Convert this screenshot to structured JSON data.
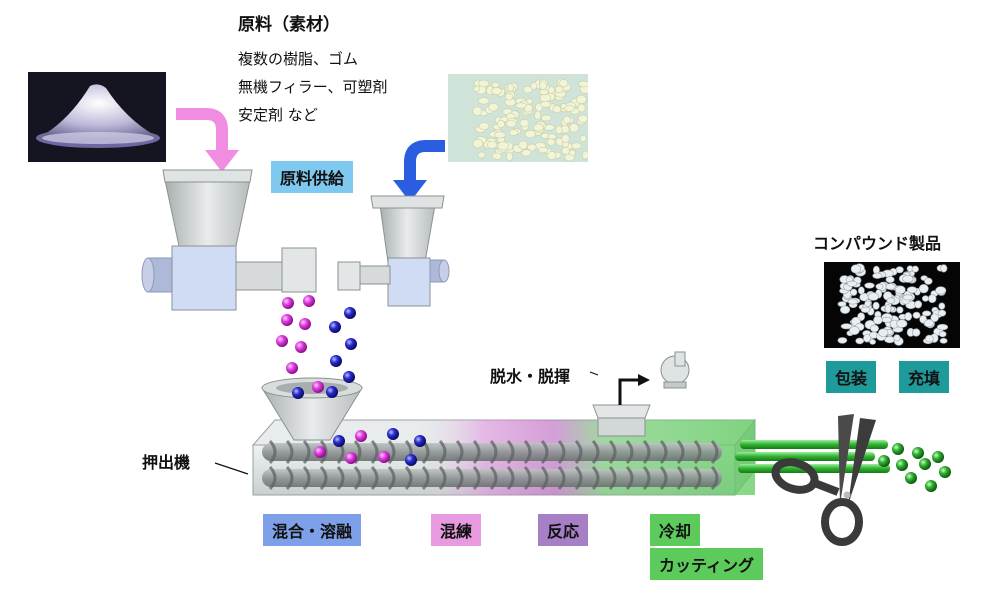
{
  "raw_materials": {
    "title": "原料（素材）",
    "lines": [
      "複数の樹脂、ゴム",
      "無機フィラー、可塑剤",
      "安定剤 など"
    ]
  },
  "labels": {
    "feed": "原料供給",
    "extruder": "押出機",
    "devolatilize": "脱水・脱揮",
    "product_title": "コンパウンド製品"
  },
  "stages": [
    {
      "label": "混合・溶融",
      "color": "#7ea0e8"
    },
    {
      "label": "混練",
      "color": "#e89ae0"
    },
    {
      "label": "反応",
      "color": "#a67fc6"
    },
    {
      "label": "冷却",
      "color": "#5ccb5c"
    },
    {
      "label": "カッティング",
      "color": "#5ccb5c"
    }
  ],
  "packaging": [
    "包装",
    "充填"
  ],
  "colors": {
    "feed_tag": "#7fc8f0",
    "pack_tag": "#1f9a9a",
    "pink_arrow": "#f08de0",
    "blue_arrow": "#2a5de0",
    "pink_ball": "#e040e0",
    "blue_ball": "#2020c0",
    "green_ball": "#2aa02a",
    "barrel": "#d8dcdc"
  },
  "icons": [
    "pink-arrow-icon",
    "blue-arrow-icon",
    "vacuum-pump-icon",
    "scissors-icon"
  ]
}
